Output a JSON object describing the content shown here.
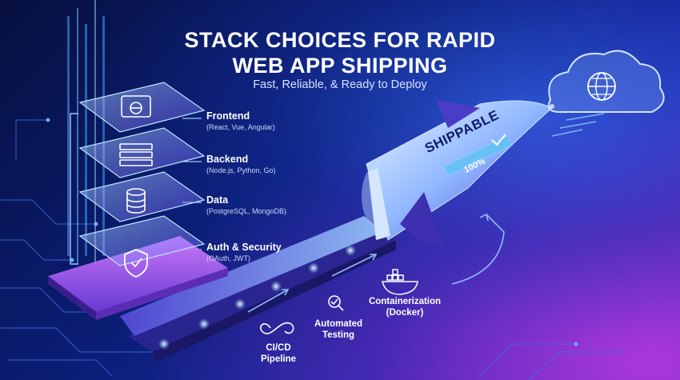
{
  "header": {
    "title_line1": "STACK CHOICES FOR RAPID",
    "title_line2": "WEB APP SHIPPING",
    "subtitle": "Fast, Reliable, & Ready to Deploy"
  },
  "layers": [
    {
      "name": "Frontend",
      "details": "(React, Vue, Angular)",
      "icon": "browser-globe-icon"
    },
    {
      "name": "Backend",
      "details": "(Node.js, Python, Go)",
      "icon": "server-rack-icon"
    },
    {
      "name": "Data",
      "details": "(PostgreSQL, MongoDB)",
      "icon": "database-icon"
    },
    {
      "name": "Auth & Security",
      "details": "(OAuth, JWT)",
      "icon": "shield-icon"
    }
  ],
  "pipeline": [
    {
      "label": "CI/CD\nPipeline",
      "icon": "infinity-loop-icon"
    },
    {
      "label": "Automated\nTesting",
      "icon": "magnifier-check-icon"
    },
    {
      "label": "Containerization\n(Docker)",
      "icon": "docker-whale-icon"
    }
  ],
  "rocket": {
    "label": "SHIPPABLE",
    "progress_text": "100%",
    "progress": 1.0
  },
  "cloud": {
    "icon": "cloud-globe-icon"
  },
  "colors": {
    "accent": "#6fd0ff",
    "magenta": "#c04ae6",
    "background": "#0b1f7a"
  }
}
